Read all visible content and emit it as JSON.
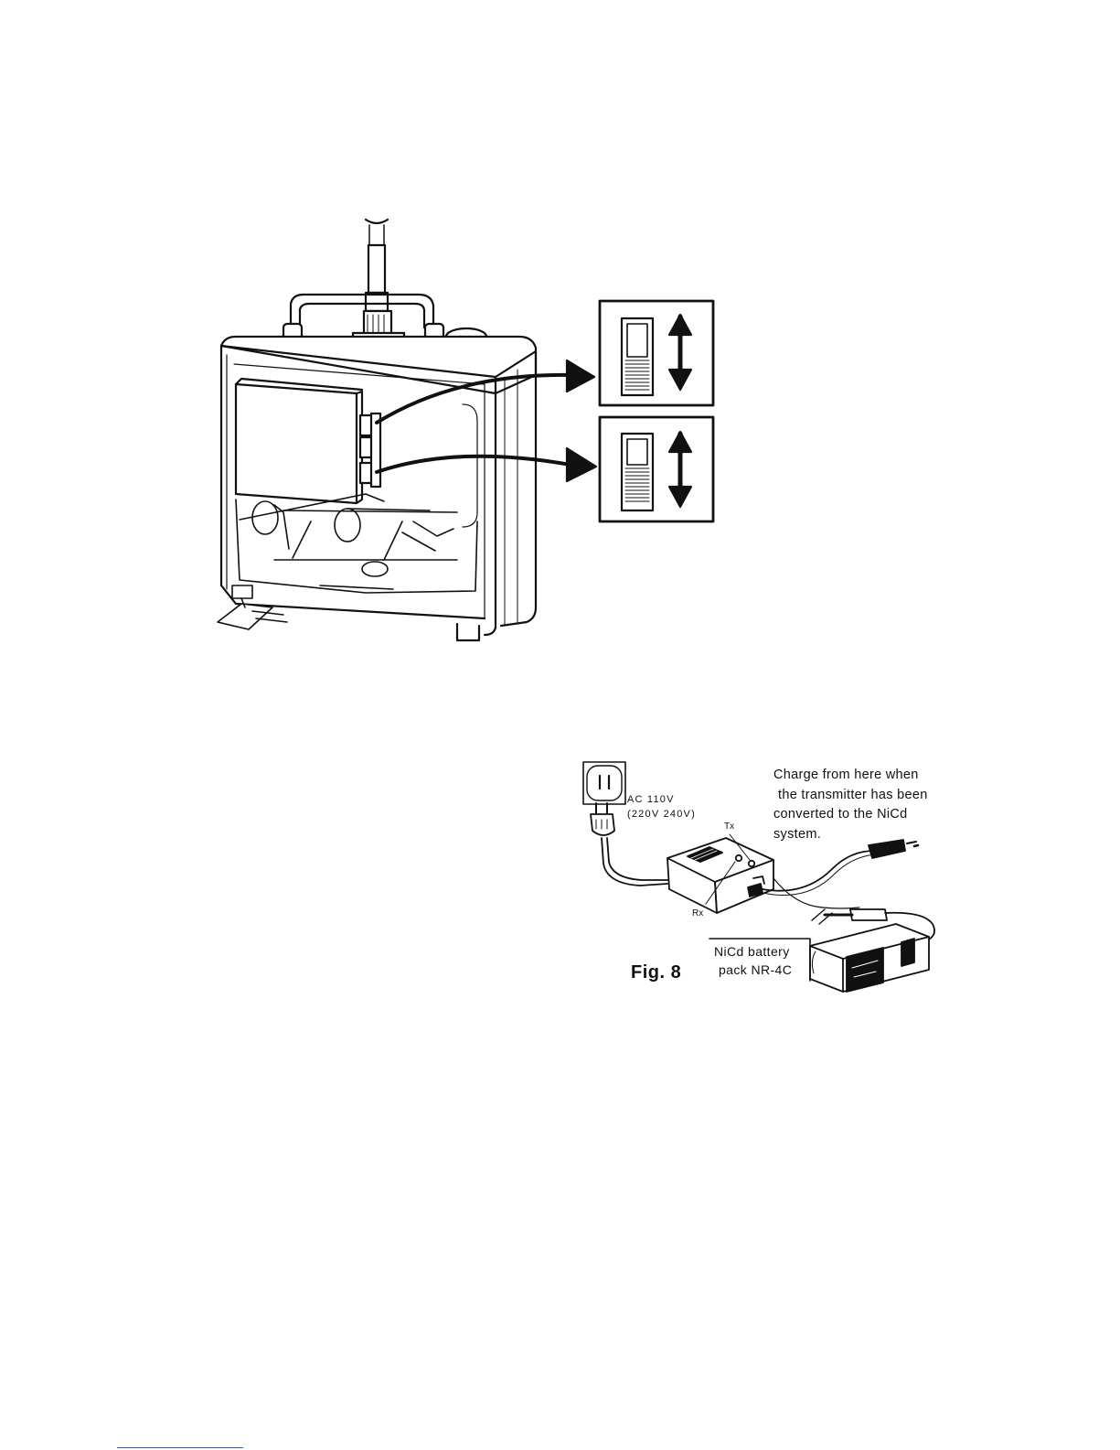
{
  "figure": {
    "caption": "Fig. 8",
    "charge_note": {
      "line1": "Charge from here when",
      "line2": "the transmitter has been",
      "line3": "converted to the NiCd",
      "line4": "system."
    },
    "ac_label": {
      "line1": "AC 110V",
      "line2": "(220V 240V)"
    },
    "tx_label": "Tx",
    "rx_label": "Rx",
    "battery_label": {
      "line1": "NiCd battery",
      "line2": "pack NR-4C"
    }
  }
}
